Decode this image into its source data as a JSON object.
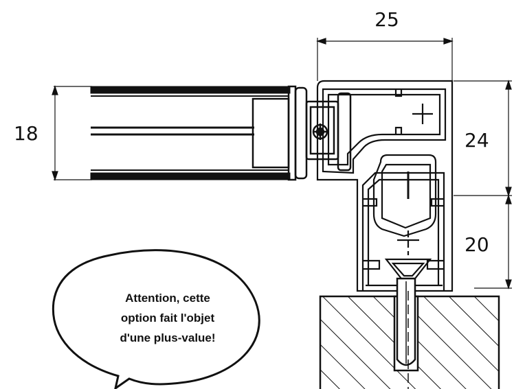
{
  "dimensions": {
    "top_width": "25",
    "left_height": "18",
    "right_upper": "24",
    "right_lower": "20"
  },
  "note": {
    "line1": "Attention, cette",
    "line2": "option fait l'objet",
    "line3": "d'une plus-value!"
  },
  "colors": {
    "ink": "#111111",
    "paper": "#ffffff"
  }
}
